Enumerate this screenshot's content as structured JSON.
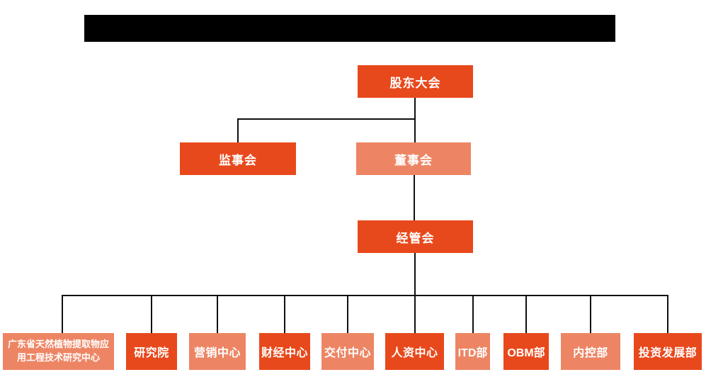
{
  "title_bar": {
    "text": "",
    "background": "#000000"
  },
  "org_chart": {
    "root": {
      "label": "股东大会"
    },
    "level2": [
      {
        "label": "监事会",
        "variant": "dark"
      },
      {
        "label": "董事会",
        "variant": "light"
      }
    ],
    "level3": {
      "label": "经管会"
    },
    "departments": [
      {
        "label": "广东省天然植物提取物应用工程技术研究中心",
        "variant": "light"
      },
      {
        "label": "研究院",
        "variant": "dark"
      },
      {
        "label": "营销中心",
        "variant": "light"
      },
      {
        "label": "财经中心",
        "variant": "dark"
      },
      {
        "label": "交付中心",
        "variant": "light"
      },
      {
        "label": "人资中心",
        "variant": "dark"
      },
      {
        "label": "ITD部",
        "variant": "light"
      },
      {
        "label": "OBM部",
        "variant": "dark"
      },
      {
        "label": "内控部",
        "variant": "light"
      },
      {
        "label": "投资发展部",
        "variant": "dark"
      }
    ],
    "colors": {
      "primary_dark_orange": "#e8491c",
      "secondary_light_salmon": "#ed8564",
      "connector_line": "#101010",
      "node_text": "#ffffff",
      "background": "#ffffff"
    }
  }
}
